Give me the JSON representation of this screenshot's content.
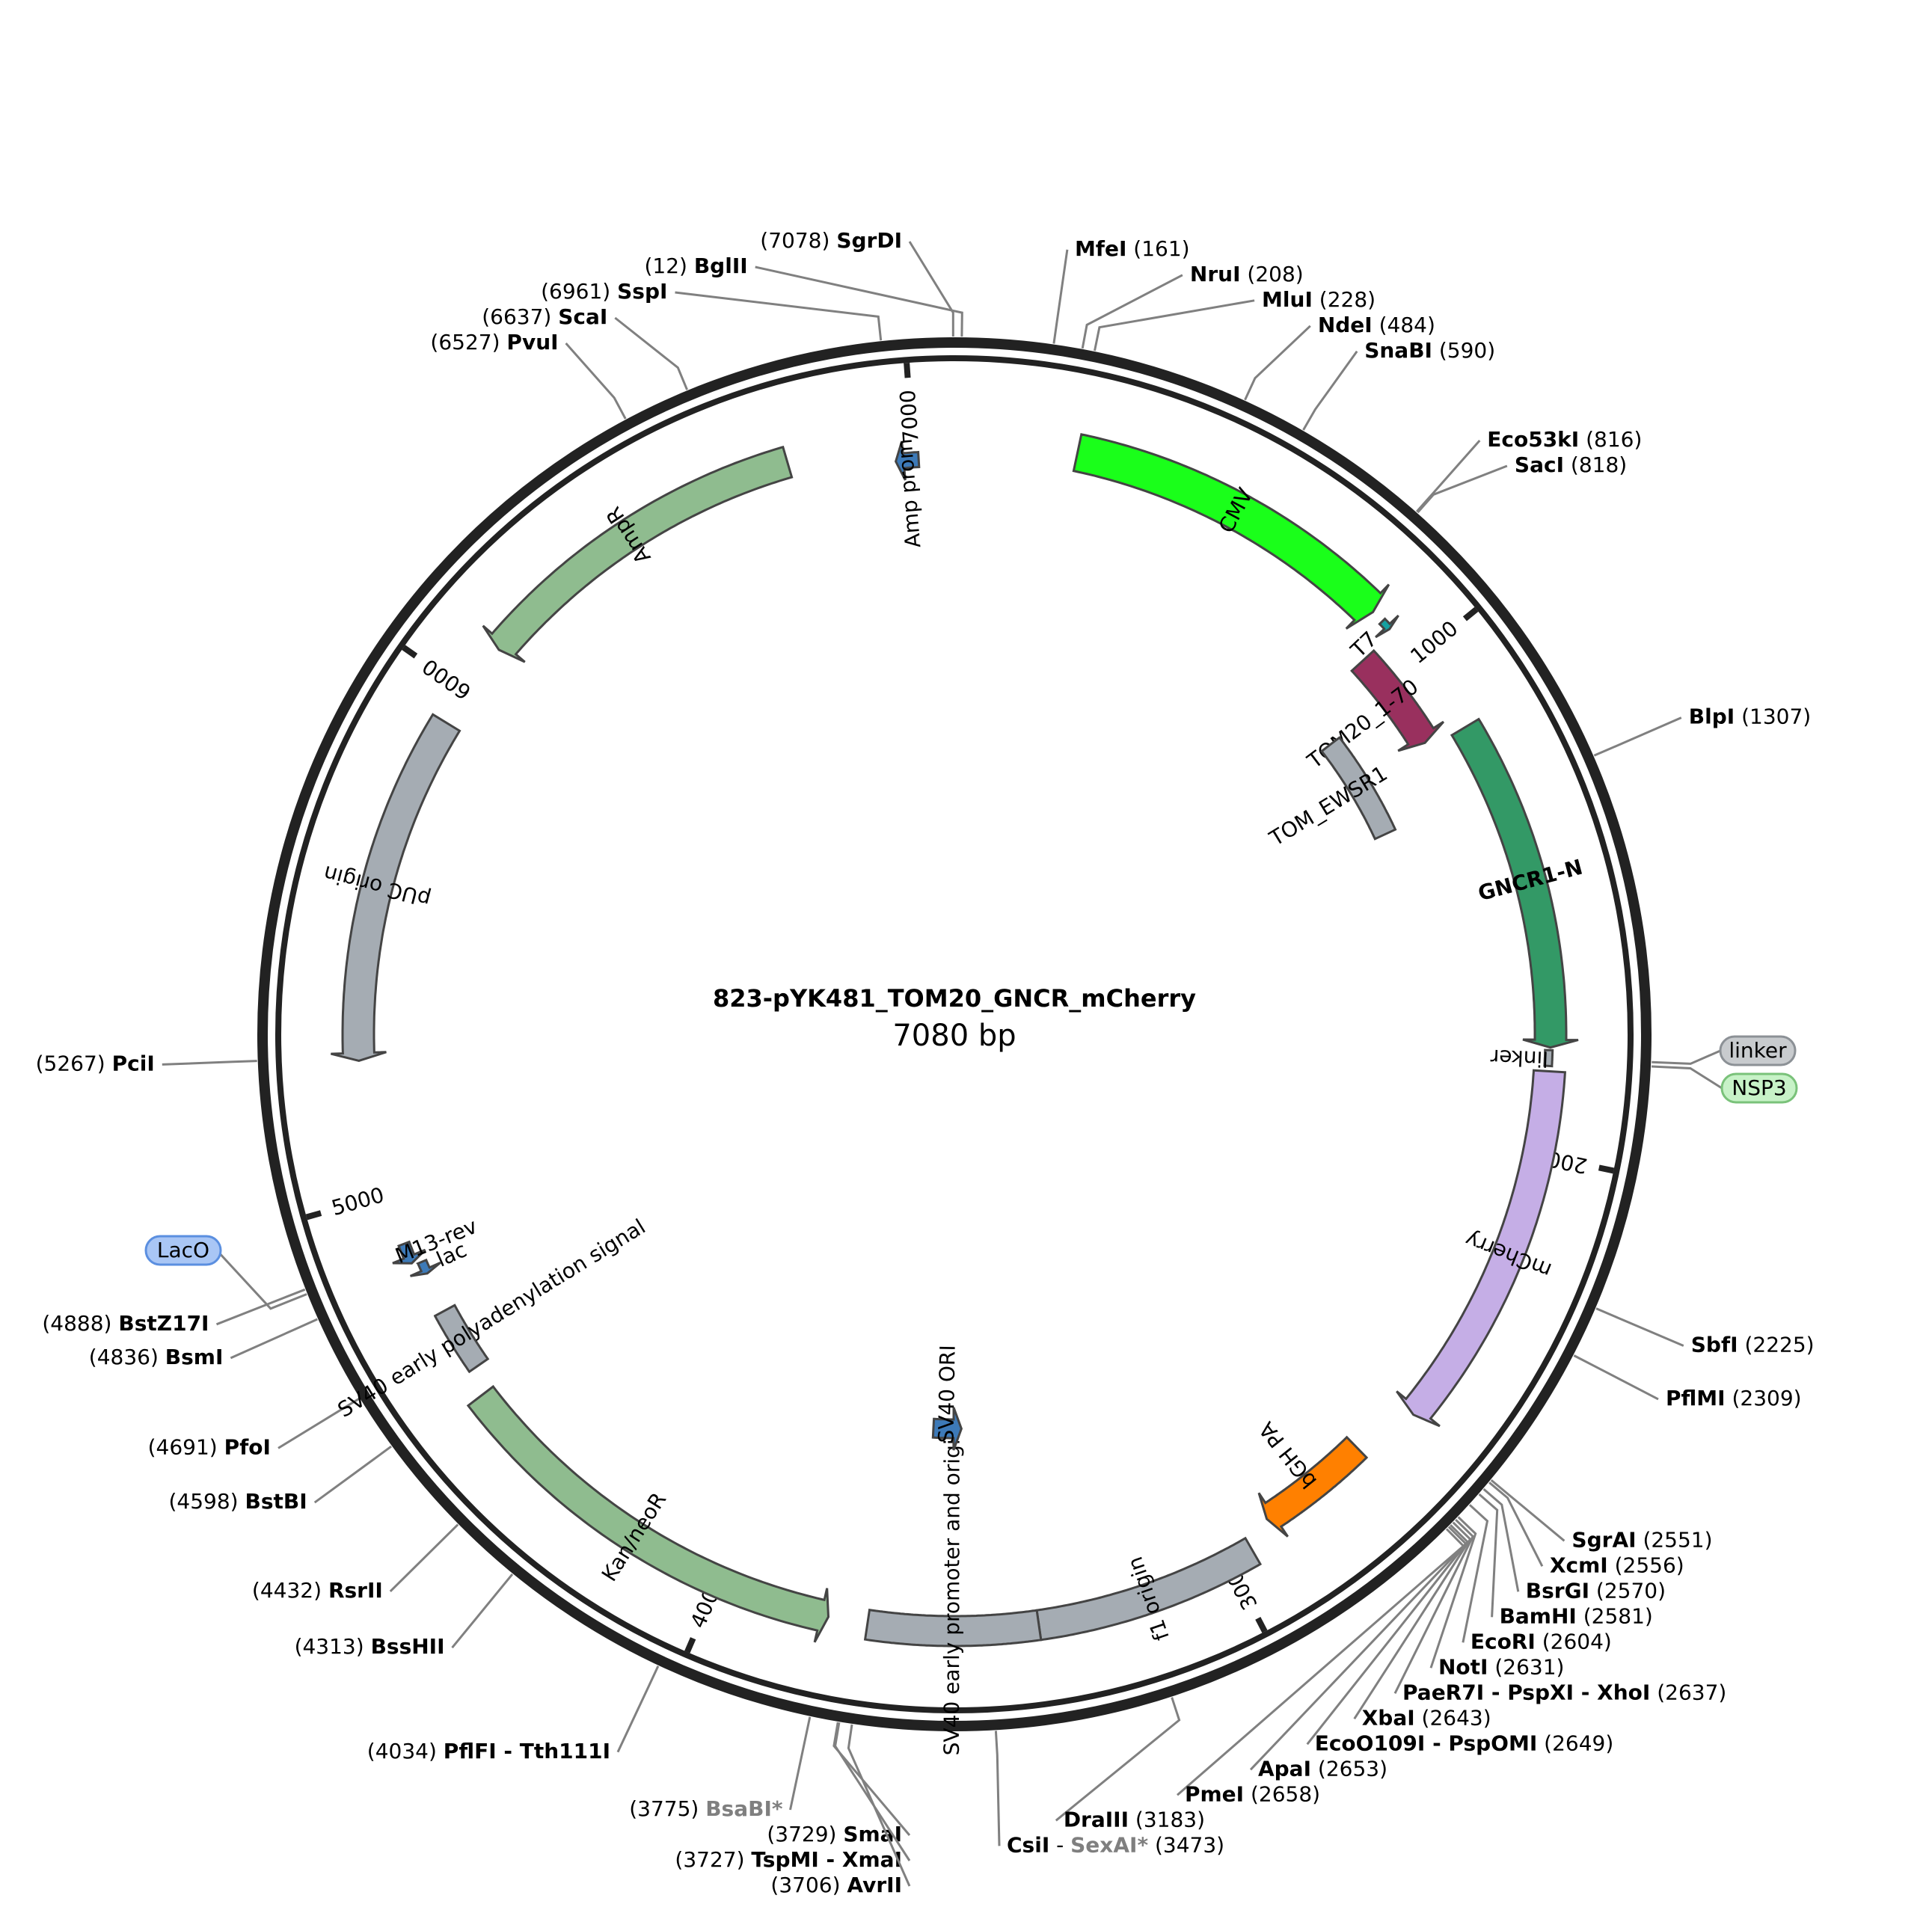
{
  "title": "823-pYK481_TOM20_GNCR_mCherry",
  "subtitle": "7080 bp",
  "total_bp": 7080,
  "ticks": [
    {
      "pos": 1000,
      "label": "1000"
    },
    {
      "pos": 2000,
      "label": "2000"
    },
    {
      "pos": 3000,
      "label": "3000"
    },
    {
      "pos": 4000,
      "label": "4000"
    },
    {
      "pos": 5000,
      "label": "5000"
    },
    {
      "pos": 6000,
      "label": "6000"
    },
    {
      "pos": 7000,
      "label": "7000"
    }
  ],
  "features": [
    {
      "name": "CMV",
      "start": 235,
      "end": 880,
      "strand": 1,
      "color": "#1aff1a",
      "label_inside": true
    },
    {
      "name": "T7",
      "start": 905,
      "end": 925,
      "strand": 1,
      "color": "#16a0a0",
      "label_inside": false
    },
    {
      "name": "TOM20_1-70",
      "start": 935,
      "end": 1145,
      "strand": 1,
      "color": "#99305e",
      "label_inside": false
    },
    {
      "name": "TOM_EWSR1",
      "start": 1030,
      "end": 1280,
      "strand": 0,
      "color": "#a5acb3",
      "label_inside": false
    },
    {
      "name": "GNCR1-N",
      "start": 1160,
      "end": 1795,
      "strand": 1,
      "color": "#339966",
      "label_inside": true
    },
    {
      "name": "linker",
      "start": 1800,
      "end": 1830,
      "strand": 0,
      "color": "#a5acb3",
      "label_inside": false
    },
    {
      "name": "mCherry",
      "start": 1840,
      "end": 2550,
      "strand": 1,
      "color": "#c5aee6",
      "label_inside": true
    },
    {
      "name": "bGH PA",
      "start": 2670,
      "end": 2895,
      "strand": 1,
      "color": "#ff8000",
      "label_inside": false
    },
    {
      "name": "f1 origin",
      "start": 2950,
      "end": 3380,
      "strand": 0,
      "color": "#a5acb3",
      "label_inside": true
    },
    {
      "name": "SV40 early promoter and origin",
      "start": 3380,
      "end": 3705,
      "strand": 0,
      "color": "#a5acb3",
      "label_inside": false
    },
    {
      "name": "SV40 ORI",
      "start": 3520,
      "end": 3600,
      "strand": -1,
      "color": "#3d7ab8",
      "label_inside": false
    },
    {
      "name": "Kan/neoR",
      "start": 3780,
      "end": 4575,
      "strand": -1,
      "color": "#8fbc8f",
      "label_inside": true
    },
    {
      "name": "SV40 early polyadenylation signal",
      "start": 4625,
      "end": 4750,
      "strand": 0,
      "color": "#a5acb3",
      "label_inside": false
    },
    {
      "name": "M13-rev",
      "start": 4860,
      "end": 4900,
      "strand": -1,
      "color": "#3d7ab8",
      "label_inside": false
    },
    {
      "name": "lac",
      "start": 4830,
      "end": 4855,
      "strand": -1,
      "color": "#3d7ab8",
      "label_inside": false
    },
    {
      "name": "pUC origin",
      "start": 5260,
      "end": 5930,
      "strand": -1,
      "color": "#a5acb3",
      "label_inside": true
    },
    {
      "name": "AmpR",
      "start": 6100,
      "end": 6760,
      "strand": -1,
      "color": "#8fbc8f",
      "label_inside": true
    },
    {
      "name": "Amp prom",
      "start": 6965,
      "end": 7010,
      "strand": -1,
      "color": "#3d7ab8",
      "label_inside": false
    }
  ],
  "enzymes": [
    {
      "name": "SgrDI",
      "pos_label": "(7078)",
      "pos": 7078,
      "grey": false
    },
    {
      "name": "BglII",
      "pos_label": "(12)",
      "pos": 12,
      "grey": false
    },
    {
      "name": "SspI",
      "pos_label": "(6961)",
      "pos": 6961,
      "grey": false
    },
    {
      "name": "MfeI",
      "pos_label": "(161)",
      "pos": 161,
      "grey": false
    },
    {
      "name": "NruI",
      "pos_label": "(208)",
      "pos": 208,
      "grey": false
    },
    {
      "name": "MluI",
      "pos_label": "(228)",
      "pos": 228,
      "grey": false
    },
    {
      "name": "ScaI",
      "pos_label": "(6637)",
      "pos": 6637,
      "grey": false
    },
    {
      "name": "NdeI",
      "pos_label": "(484)",
      "pos": 484,
      "grey": false
    },
    {
      "name": "PvuI",
      "pos_label": "(6527)",
      "pos": 6527,
      "grey": false
    },
    {
      "name": "SnaBI",
      "pos_label": "(590)",
      "pos": 590,
      "grey": false
    },
    {
      "name": "Eco53kI",
      "pos_label": "(816)",
      "pos": 816,
      "grey": false
    },
    {
      "name": "SacI",
      "pos_label": "(818)",
      "pos": 818,
      "grey": false
    },
    {
      "name": "BlpI",
      "pos_label": "(1307)",
      "pos": 1307,
      "grey": false
    },
    {
      "name": "PciI",
      "pos_label": "(5267)",
      "pos": 5267,
      "grey": false
    },
    {
      "name": "BstZ17I",
      "pos_label": "(4888)",
      "pos": 4888,
      "grey": false
    },
    {
      "name": "BsmI",
      "pos_label": "(4836)",
      "pos": 4836,
      "grey": false
    },
    {
      "name": "SbfI",
      "pos_label": "(2225)",
      "pos": 2225,
      "grey": false
    },
    {
      "name": "PflMI",
      "pos_label": "(2309)",
      "pos": 2309,
      "grey": false
    },
    {
      "name": "SgrAI",
      "pos_label": "(2551)",
      "pos": 2551,
      "grey": false
    },
    {
      "name": "XcmI",
      "pos_label": "(2556)",
      "pos": 2556,
      "grey": false
    },
    {
      "name": "PfoI",
      "pos_label": "(4691)",
      "pos": 4691,
      "grey": false
    },
    {
      "name": "BsrGI",
      "pos_label": "(2570)",
      "pos": 2570,
      "grey": false
    },
    {
      "name": "BamHI",
      "pos_label": "(2581)",
      "pos": 2581,
      "grey": false
    },
    {
      "name": "BstBI",
      "pos_label": "(4598)",
      "pos": 4598,
      "grey": false
    },
    {
      "name": "EcoRI",
      "pos_label": "(2604)",
      "pos": 2604,
      "grey": false
    },
    {
      "name": "NotI",
      "pos_label": "(2631)",
      "pos": 2631,
      "grey": false
    },
    {
      "name": "PaeR7I - PspXI - XhoI",
      "pos_label": "(2637)",
      "pos": 2637,
      "grey": false
    },
    {
      "name": "RsrII",
      "pos_label": "(4432)",
      "pos": 4432,
      "grey": false
    },
    {
      "name": "XbaI",
      "pos_label": "(2643)",
      "pos": 2643,
      "grey": false
    },
    {
      "name": "EcoO109I - PspOMI",
      "pos_label": "(2649)",
      "pos": 2649,
      "grey": false
    },
    {
      "name": "ApaI",
      "pos_label": "(2653)",
      "pos": 2653,
      "grey": false
    },
    {
      "name": "BssHII",
      "pos_label": "(4313)",
      "pos": 4313,
      "grey": false
    },
    {
      "name": "PmeI",
      "pos_label": "(2658)",
      "pos": 2658,
      "grey": false
    },
    {
      "name": "PflFI - Tth111I",
      "pos_label": "(4034)",
      "pos": 4034,
      "grey": false
    },
    {
      "name": "DraIII",
      "pos_label": "(3183)",
      "pos": 3183,
      "grey": false
    },
    {
      "name": "BsaBI*",
      "pos_label": "(3775)",
      "pos": 3775,
      "grey": true
    },
    {
      "name": "SmaI",
      "pos_label": "(3729)",
      "pos": 3729,
      "grey": false
    },
    {
      "name": "TspMI - XmaI",
      "pos_label": "(3727)",
      "pos": 3727,
      "grey": false
    },
    {
      "name": "AvrII",
      "pos_label": "(3706)",
      "pos": 3706,
      "grey": false
    },
    {
      "name": "CsiI",
      "name2": "SexAI*",
      "pos_label": "(3473)",
      "pos": 3473,
      "grey": false
    }
  ],
  "external_tags": [
    {
      "name": "linker",
      "color": "#c8cbce",
      "border": "#8c9196"
    },
    {
      "name": "NSP3",
      "color": "#c7f2c7",
      "border": "#7ac27a"
    },
    {
      "name": "LacO",
      "color": "#a9c6f5",
      "border": "#5b8fe0"
    }
  ]
}
